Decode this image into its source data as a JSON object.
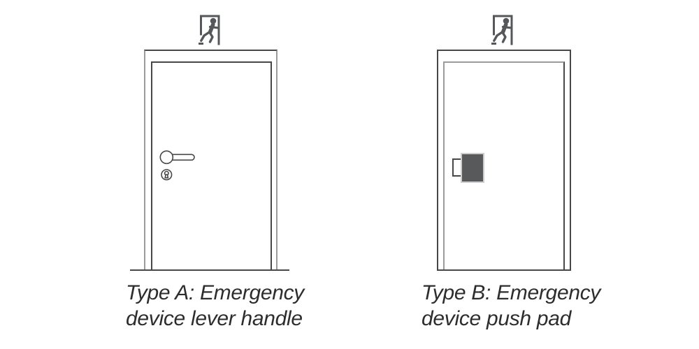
{
  "page": {
    "kind": "instructional diagram of emergency exit door devices",
    "background": "#ffffff"
  },
  "colors": {
    "line_dark": "#474747",
    "line_gray": "#9b9b9b",
    "icon_fill": "#56575a",
    "pad_fill": "#58595b",
    "pad_border": "#cdcdcd",
    "text": "#2d2d2d"
  },
  "figures": [
    {
      "id": "type-a",
      "device": "emergency device lever handle",
      "exit_sign": "running-man-exit-icon",
      "caption_lines": [
        "Type A: Emergency",
        "device lever handle"
      ]
    },
    {
      "id": "type-b",
      "device": "emergency device push pad",
      "exit_sign": "running-man-exit-icon",
      "caption_lines": [
        "Type B: Emergency",
        "device push pad"
      ]
    }
  ]
}
